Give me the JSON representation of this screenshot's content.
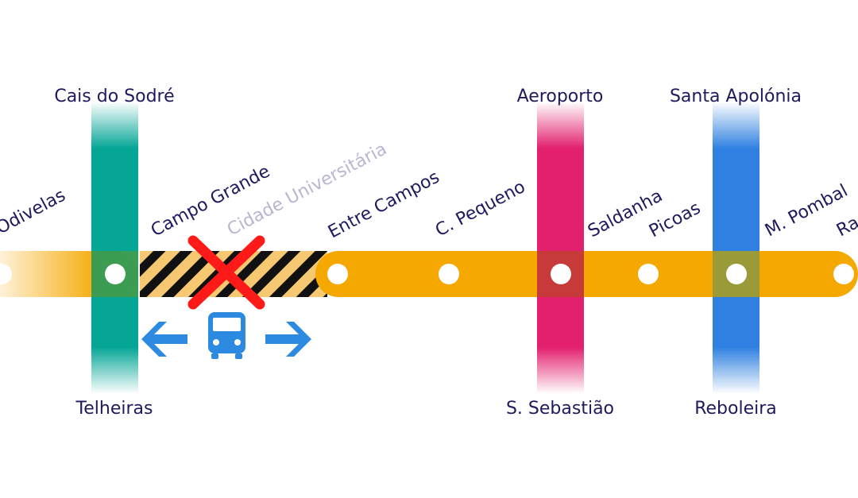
{
  "diagram": {
    "main_line_color": "#f5a800",
    "closed_section": "Cidade Universitária",
    "replacement_service": "bus-icon",
    "colors": {
      "line_yellow": "#f5a800",
      "line_green": "#00a494",
      "line_red": "#e21b6b",
      "line_blue": "#2b7ee0",
      "label": "#1f1a5e",
      "label_closed": "#b9b6d3",
      "closure_cross": "#ff1a1a",
      "bus": "#2c8be0",
      "hazard_light": "#f6c871",
      "hazard_dark": "#111111"
    }
  },
  "stations": [
    {
      "name": "Odivelas",
      "status": "open"
    },
    {
      "name": "Campo Grande",
      "status": "open",
      "interchange": true
    },
    {
      "name": "Cidade Universitária",
      "status": "closed"
    },
    {
      "name": "Entre Campos",
      "status": "open"
    },
    {
      "name": "C. Pequeno",
      "status": "open"
    },
    {
      "name": "Saldanha",
      "status": "open",
      "interchange": true
    },
    {
      "name": "Picoas",
      "status": "open"
    },
    {
      "name": "M. Pombal",
      "status": "open",
      "interchange": true
    },
    {
      "name": "Ra",
      "status": "open"
    }
  ],
  "connections": [
    {
      "color": "green",
      "top": "Cais do Sodré",
      "bottom": "Telheiras"
    },
    {
      "color": "red",
      "top": "Aeroporto",
      "bottom": "S. Sebastião"
    },
    {
      "color": "blue",
      "top": "Santa Apolónia",
      "bottom": "Reboleira"
    }
  ]
}
